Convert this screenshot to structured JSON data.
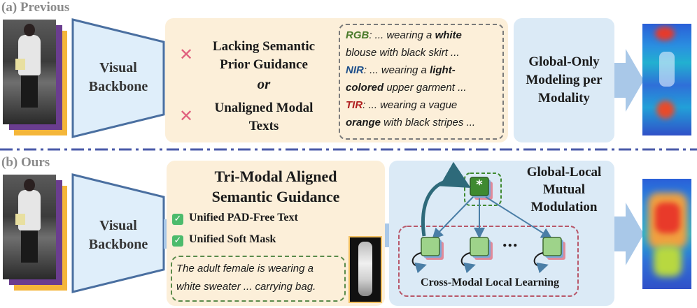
{
  "sections": {
    "previous": "(a) Previous",
    "ours": "(b) Ours"
  },
  "backbone": {
    "line1": "Visual",
    "line2": "Backbone"
  },
  "previous": {
    "issue1_line1": "Lacking Semantic",
    "issue1_line2": "Prior Guidance",
    "or": "or",
    "issue2_line1": "Unaligned Modal",
    "issue2_line2": "Texts",
    "texts": {
      "rgb_label": "RGB",
      "rgb_a": ": ... wearing a ",
      "rgb_b": "white",
      "rgb_c": "blouse with black skirt ...",
      "nir_label": "NIR",
      "nir_a": ": ... wearing a ",
      "nir_b": "light-",
      "nir_c": "colored",
      "nir_d": " upper garment ...",
      "tir_label": "TIR",
      "tir_a": ": ... wearing a vague",
      "tir_b": "orange",
      "tir_c": " with black stripes ..."
    },
    "global_line1": "Global-Only",
    "global_line2": "Modeling per",
    "global_line3": "Modality"
  },
  "ours": {
    "title_line1": "Tri-Modal Aligned",
    "title_line2": "Semantic Guidance",
    "check1": "Unified PAD-Free Text",
    "check2": "Unified Soft Mask",
    "caption_line1": "The adult female is wearing a",
    "caption_line2": "white sweater ... carrying bag.",
    "glm_line1": "Global-Local",
    "glm_line2": "Mutual",
    "glm_line3": "Modulation",
    "star": "*",
    "dots": "...",
    "local_label": "Cross-Modal Local Learning"
  },
  "colors": {
    "rgb": "#4a7a2a",
    "nir": "#1f4f8a",
    "tir": "#b02020",
    "peach": "#fcefd9",
    "blue": "#dbeaf6",
    "arrow": "#a9c8e8",
    "node_green": "#9ed38a",
    "star_green": "#3f8a30"
  }
}
